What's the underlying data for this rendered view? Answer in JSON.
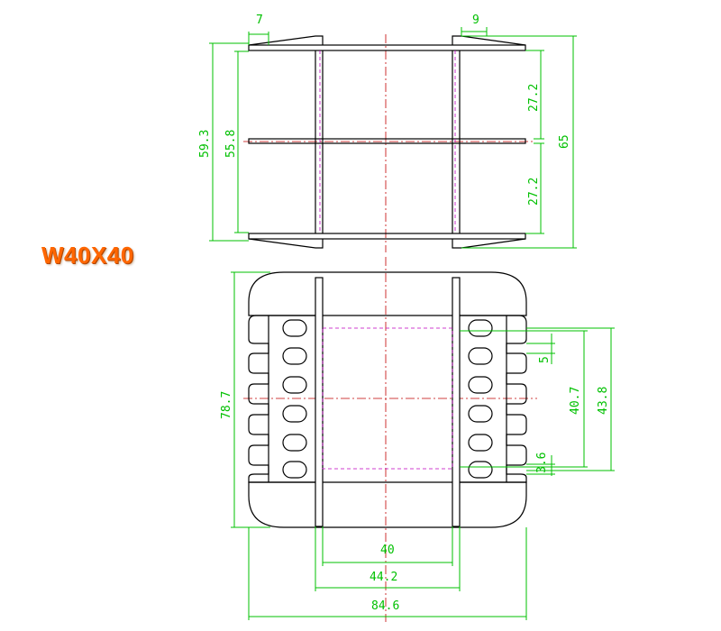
{
  "title": "W40X40",
  "top_view": {
    "dim_left_flange": "7",
    "dim_right_flange": "9",
    "dim_outer_height": "59.3",
    "dim_inner_height": "55.8",
    "dim_upper_section": "27.2",
    "dim_lower_section": "27.2",
    "dim_total_height": "65"
  },
  "front_view": {
    "dim_height": "78.7",
    "dim_slot": "5",
    "dim_window_inner": "40.7",
    "dim_window_outer": "43.8",
    "dim_offset": "3.6",
    "dim_core": "40",
    "dim_core_outer": "44.2",
    "dim_total_width": "84.6"
  },
  "colors": {
    "title": "#ff6600",
    "dimension": "#00c000",
    "outline": "#000000",
    "centerline": "#c00000",
    "hidden": "#c000c0"
  }
}
